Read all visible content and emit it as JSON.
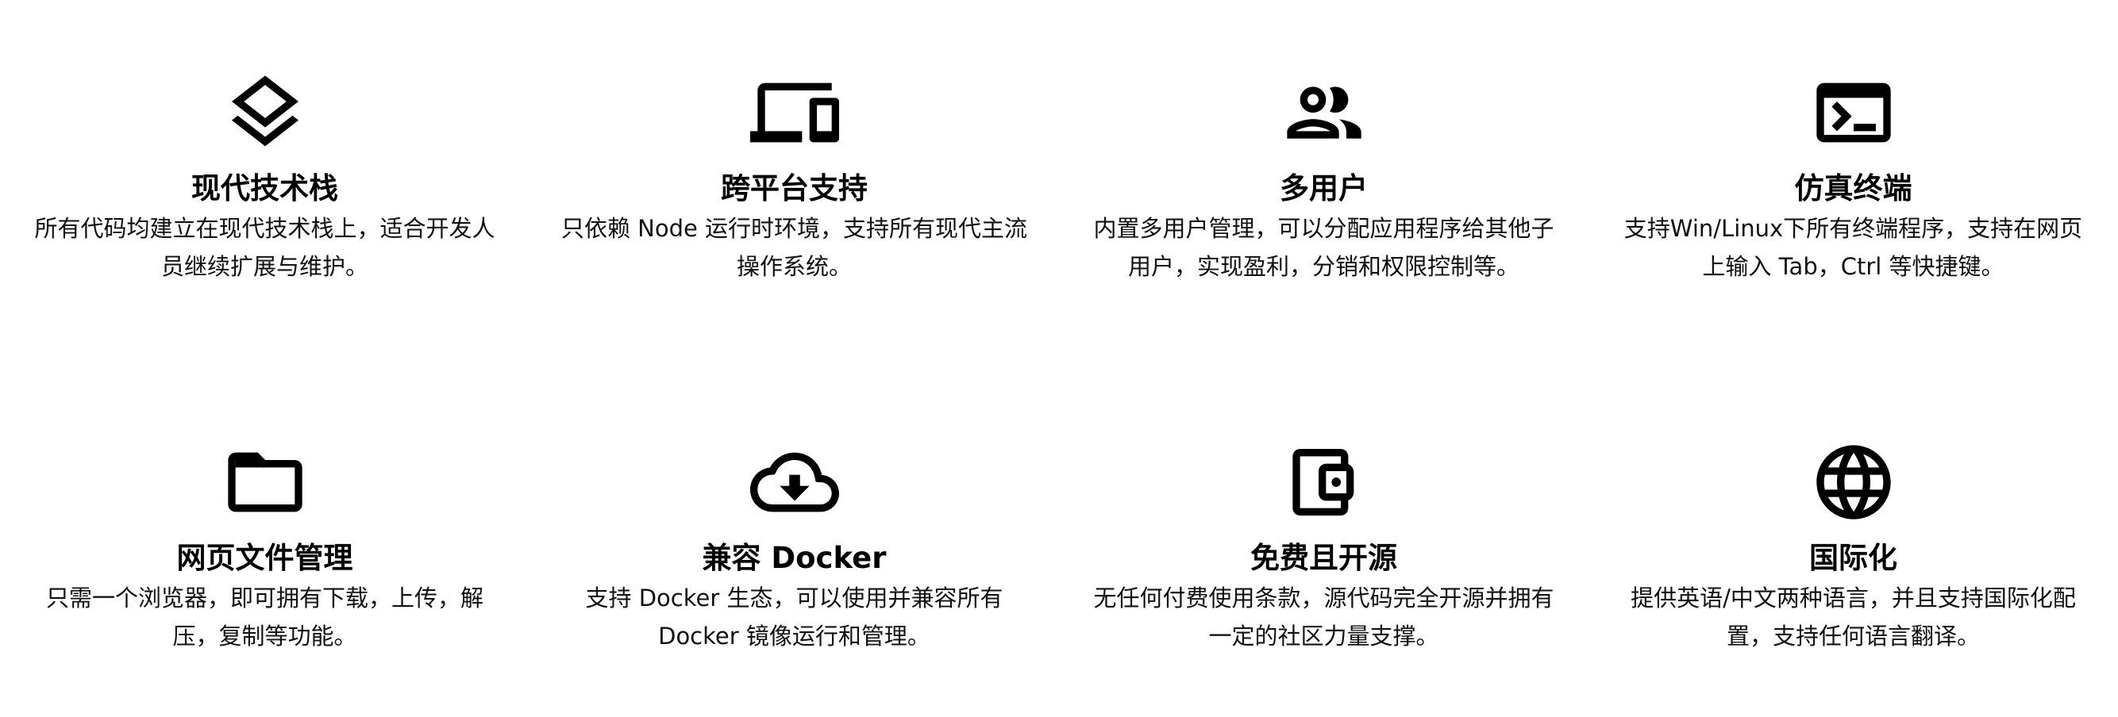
{
  "colors": {
    "background": "#ffffff",
    "text": "#000000",
    "icon": "#000000"
  },
  "features": [
    {
      "icon": "layers-icon",
      "title": "现代技术栈",
      "description": "所有代码均建立在现代技术栈上，适合开发人员继续扩展与维护。"
    },
    {
      "icon": "devices-icon",
      "title": "跨平台支持",
      "description": "只依赖 Node 运行时环境，支持所有现代主流操作系统。"
    },
    {
      "icon": "people-icon",
      "title": "多用户",
      "description": "内置多用户管理，可以分配应用程序给其他子用户，实现盈利，分销和权限控制等。"
    },
    {
      "icon": "terminal-icon",
      "title": "仿真终端",
      "description": "支持Win/Linux下所有终端程序，支持在网页上输入 Tab，Ctrl 等快捷键。"
    },
    {
      "icon": "folder-icon",
      "title": "网页文件管理",
      "description": "只需一个浏览器，即可拥有下载，上传，解压，复制等功能。"
    },
    {
      "icon": "cloud-download-icon",
      "title": "兼容 Docker",
      "description": "支持 Docker 生态，可以使用并兼容所有 Docker 镜像运行和管理。"
    },
    {
      "icon": "wallet-icon",
      "title": "免费且开源",
      "description": "无任何付费使用条款，源代码完全开源并拥有一定的社区力量支撑。"
    },
    {
      "icon": "globe-icon",
      "title": "国际化",
      "description": "提供英语/中文两种语言，并且支持国际化配置，支持任何语言翻译。"
    }
  ]
}
